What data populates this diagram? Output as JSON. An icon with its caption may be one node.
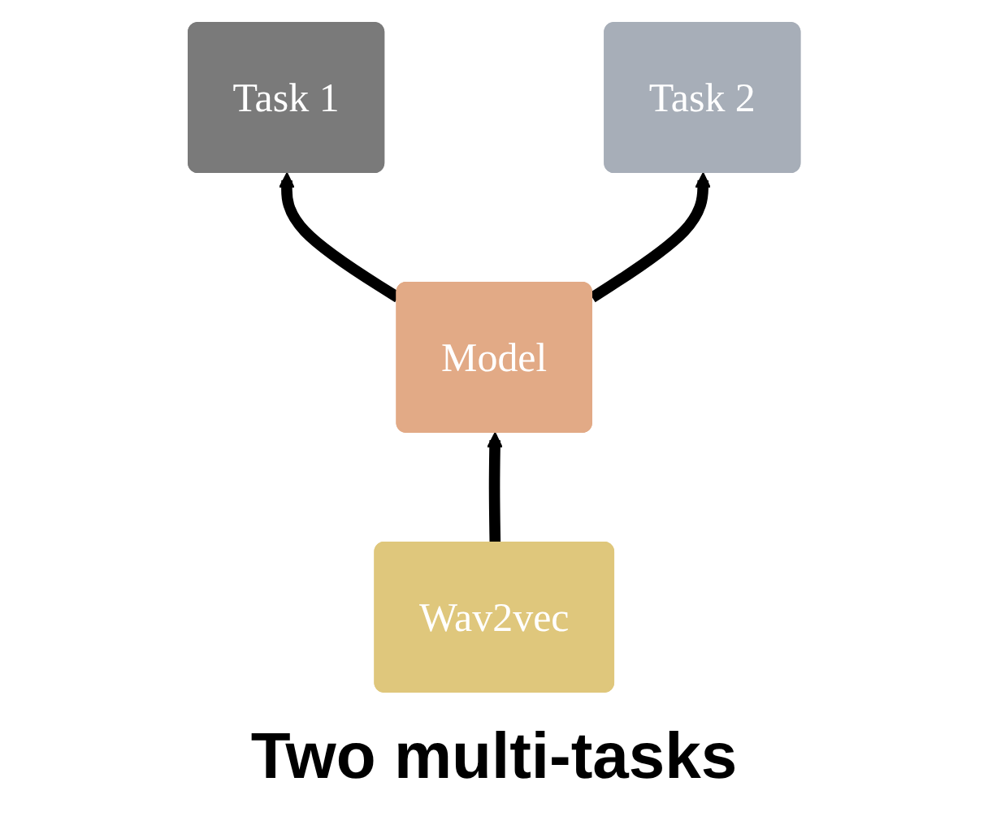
{
  "diagram": {
    "caption": "Two multi-tasks",
    "nodes": [
      {
        "text": [
          "Task 1"
        ]
      },
      {
        "text": [
          "Task 2"
        ]
      },
      {
        "text": [
          "Model"
        ]
      },
      {
        "text": [
          "Wav2vec"
        ]
      }
    ],
    "edges": [
      {
        "from": 2,
        "to": 0,
        "arrow": "to"
      },
      {
        "from": 2,
        "to": 1,
        "arrow": "to"
      },
      {
        "from": 3,
        "to": 2,
        "arrow": "to"
      }
    ]
  }
}
